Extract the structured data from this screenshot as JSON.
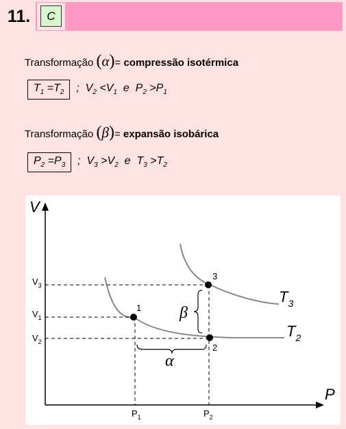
{
  "question": {
    "number": "11.",
    "answer": "C"
  },
  "alpha_line": {
    "word": "Transformação",
    "symbol": "α",
    "eq": "=",
    "description": "compressão isotérmica",
    "boxed": "T1=T2",
    "relation": "; V2<V1 e P2>P1"
  },
  "beta_line": {
    "word": "Transformação",
    "symbol": "β",
    "eq": "=",
    "description": "expansão isobárica",
    "boxed": "P2=P3",
    "relation": "; V3>V2 e T3>T2"
  },
  "graph": {
    "y_axis": "V",
    "x_axis": "P",
    "y_ticks": [
      "V3",
      "V1",
      "V2"
    ],
    "x_ticks": [
      "P1",
      "P2"
    ],
    "points": [
      "1",
      "2",
      "3"
    ],
    "isotherms": [
      "T3",
      "T2"
    ],
    "alpha": "α",
    "beta": "β"
  }
}
